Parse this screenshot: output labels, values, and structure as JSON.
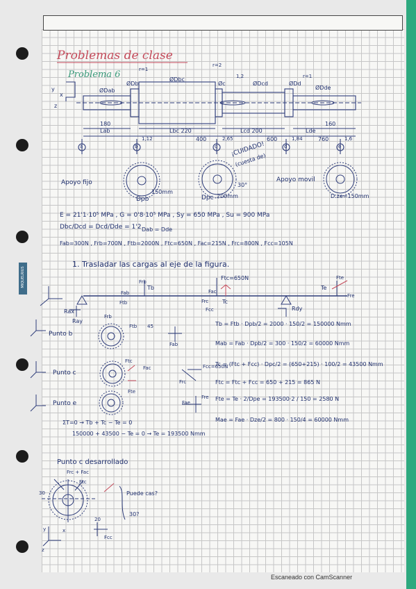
{
  "header": {
    "title": "Problemas de clase",
    "subtitle": "Problema 6"
  },
  "shaft": {
    "dia_ab": "ØDab",
    "dia_b": "ØDb",
    "dia_bc": "ØDbc",
    "dia_c": "Øc",
    "dia_cd": "ØDcd",
    "dia_d": "ØDd",
    "dia_de": "ØDde",
    "r1": "r=1",
    "r2": "r=2",
    "r1_2": "1,2",
    "r1_d": "r=1",
    "len_ab_val": "180",
    "len_ab": "Lab",
    "len_bc": "Lbc 220",
    "len_cd": "Lcd 200",
    "len_de_val": "160",
    "len_de": "Lde",
    "dim_400": "400",
    "dim_600": "600",
    "dim_760": "760",
    "pt_a": "a",
    "pt_b": "b",
    "pt_c": "c",
    "pt_d": "d",
    "pt_e": "e",
    "care": "¡CUIDADO!",
    "care2": "(cuesta de)",
    "note_pb_b": "1,12",
    "note_c": "2,65",
    "note_d": "1,84",
    "note_e": "1,6",
    "x_axis": "x",
    "y_axis": "y",
    "z_axis": "z"
  },
  "supports": {
    "fixed": "Apoyo fijo",
    "mobile": "Apoyo movil",
    "dpb": "Dpb",
    "dpb_val": "150mm",
    "dpc": "Dpc",
    "dpc_val": "200mm",
    "angle": "30°",
    "dze": "D.ze=150mm"
  },
  "data": {
    "line1": "E = 21'1·10⁵ MPa ,  G = 0'8·10⁵ MPa ,  Sy = 650 MPa ,  Su = 900 MPa",
    "ratio": "Dbc/Dcd = Dcd/Dde = 1'2",
    "ratio2": "Dab = Dde",
    "line3": "Fab=300N , Frb=700N , Ftb=2000N , Ftc=650N , Fac=215N , Frc=800N , Fcc=105N"
  },
  "section1": {
    "heading": "1. Trasladar las cargas al eje de la figura.",
    "ftc_label": "Ftc=650N",
    "rax": "Rax",
    "ray": "Ray",
    "rdy": "Rdy",
    "tb": "Tb",
    "tc": "Tc",
    "te": "Te",
    "fte": "Fte",
    "fre": "Fre",
    "fab": "Fab",
    "frb": "Frb",
    "ftb": "Ftb",
    "frc": "Frc",
    "fac": "Fac",
    "fcc": "Fcc"
  },
  "points": {
    "pb": "Punto b",
    "pc": "Punto c",
    "pd": "Punto e",
    "pc_lbl1": "Fcc=650N",
    "pc_lbl2": "Ftc",
    "pc_lbl3": "Fac",
    "pc_lbl4": "Frc",
    "pb_lbl1": "Frb",
    "pb_lbl2": "Ftb",
    "pb_lbl3": "Fab",
    "pb_lbl4": "45",
    "pe_lbl1": "Fte",
    "pe_lbl2": "Fre",
    "pe_lbl3": "Fae"
  },
  "eqs": {
    "tb": "Tb = Ftb · Dpb/2 = 2000 · 150/2 = 150000 Nmm",
    "mab": "Mab = Fab · Dpb/2 = 300 · 150/2 = 60000 Nmm",
    "tc": "Tc = (Ftc + Fcc) · Dpc/2 = (650+215) · 100/2 = 43500 Nmm",
    "ftc": "Ftc = Ftc + Fcc = 650 + 215 = 865 N",
    "fte": "Fte = Te · 2/Dpe = 193500·2 / 150 = 2580 N",
    "mae": "Mae = Fae · Dze/2 = 800 · 150/4 = 60000 Nmm",
    "sum1": "ΣT=0 → Tb + Tc − Te = 0",
    "sum2": "150000 + 43500 − Te = 0 → Te = 193500 Nmm"
  },
  "bottom": {
    "heading": "Punto c desarrollado",
    "lbl1": "Frc + Fac",
    "lbl2": "Ftc",
    "lbl3": "Fcc",
    "lbl4": "30",
    "note": "Puede cas?",
    "note2": "30?",
    "lbl_x": "x",
    "lbl_y": "y",
    "lbl_z": "z",
    "lbl_val": "20"
  },
  "footer": {
    "scanner": "Escaneado con CamScanner"
  },
  "brand": "MIQUELRIUS"
}
